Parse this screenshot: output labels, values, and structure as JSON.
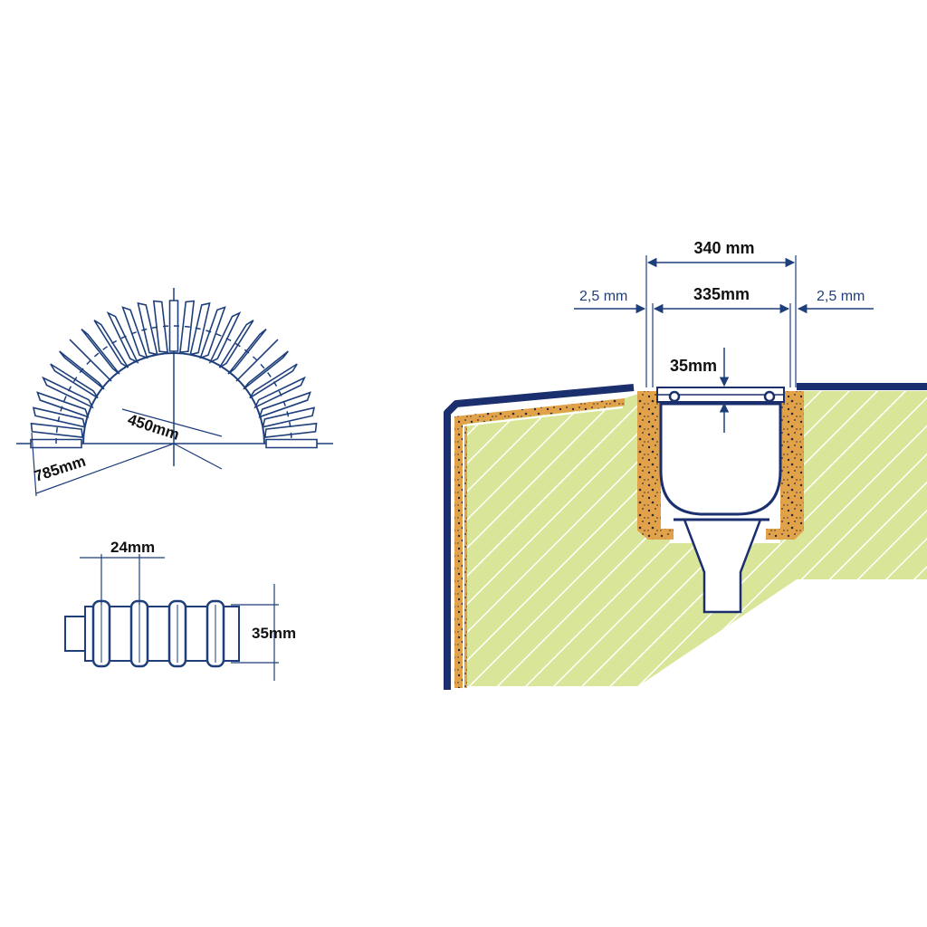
{
  "colors": {
    "line": "#1e3f7c",
    "navy": "#1b2f6e",
    "fill_green": "#d9e69a",
    "fill_orange": "#e2a24a",
    "hatch": "#ffffff",
    "text": "#111111",
    "text_blue": "#1f3f7a"
  },
  "grate_arc": {
    "outer_dim": "785mm",
    "inner_dim": "450mm"
  },
  "grate_links": {
    "pitch_dim": "24mm",
    "height_dim": "35mm"
  },
  "section": {
    "total_width": "340 mm",
    "inner_width": "335mm",
    "gap_left": "2,5 mm",
    "gap_right": "2,5 mm",
    "grate_height": "35mm"
  }
}
